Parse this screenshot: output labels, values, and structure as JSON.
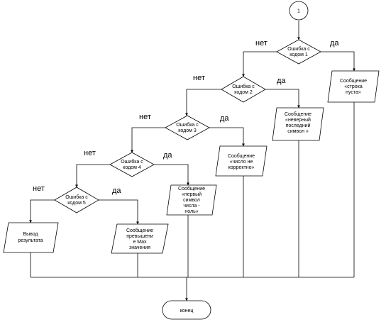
{
  "start": {
    "label": "1"
  },
  "end": {
    "label": "конец"
  },
  "decisions": [
    {
      "lines": [
        "Ошибка с",
        "кодом 1"
      ],
      "no": "нет",
      "yes": "да"
    },
    {
      "lines": [
        "Ошибка с",
        "кодом 2"
      ],
      "no": "нет",
      "yes": "да"
    },
    {
      "lines": [
        "Ошибка с",
        "кодом 3"
      ],
      "no": "нет",
      "yes": "да"
    },
    {
      "lines": [
        "Ошибка с",
        "кодом 4"
      ],
      "no": "нет",
      "yes": "да"
    },
    {
      "lines": [
        "Ошибка с",
        "кодом 5"
      ],
      "no": "нет",
      "yes": "да"
    }
  ],
  "messages": [
    {
      "lines": [
        "Сообщение",
        "«строка",
        "пуста»"
      ]
    },
    {
      "lines": [
        "Сообщение",
        "«неверный",
        "последний",
        "символ »"
      ]
    },
    {
      "lines": [
        "Сообщение",
        "«число не",
        "корректно»"
      ]
    },
    {
      "lines": [
        "Сообщение",
        "«первый",
        "символ",
        "числа -",
        "ноль»"
      ]
    },
    {
      "lines": [
        "Сообщение",
        "превышени",
        "е Max",
        "значения"
      ]
    }
  ],
  "output": {
    "lines": [
      "Вывод",
      "результата"
    ]
  }
}
